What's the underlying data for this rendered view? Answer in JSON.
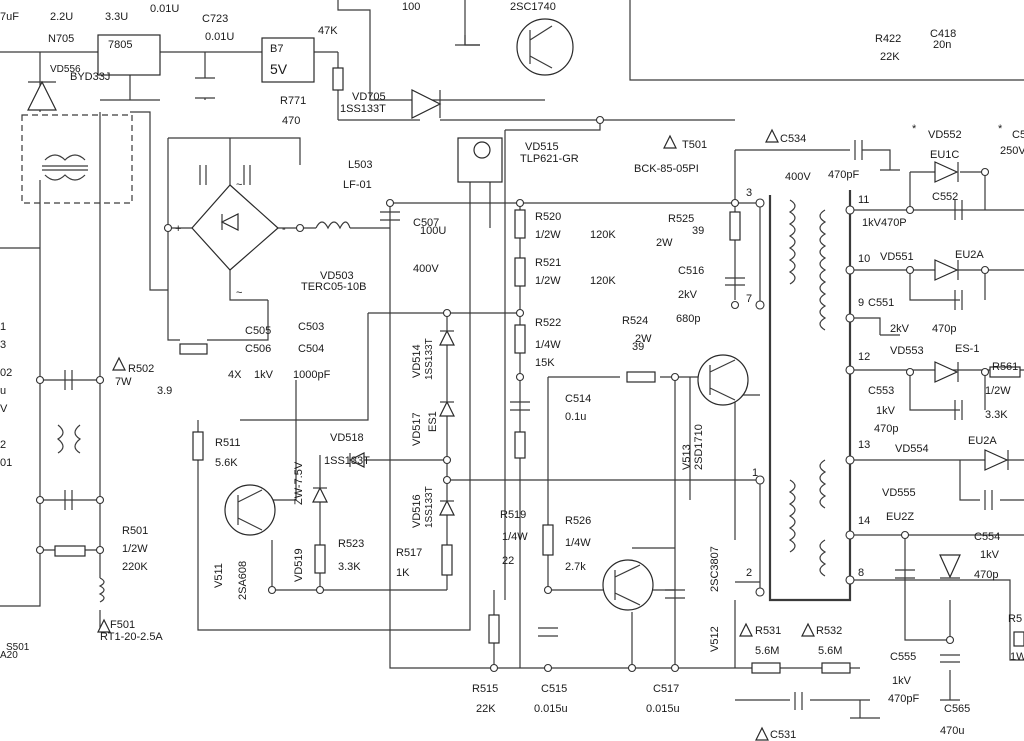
{
  "labels": [
    {
      "id": "lbl-0",
      "t": "7uF"
    },
    {
      "id": "lbl-1",
      "t": "2.2U"
    },
    {
      "id": "lbl-2",
      "t": "3.3U"
    },
    {
      "id": "lbl-3",
      "t": "0.01U"
    },
    {
      "id": "lbl-4",
      "t": "C723"
    },
    {
      "id": "lbl-5",
      "t": "0.01U"
    },
    {
      "id": "lbl-6",
      "t": "N705"
    },
    {
      "id": "lbl-7",
      "t": "7805"
    },
    {
      "id": "lbl-8",
      "t": "B7"
    },
    {
      "id": "lbl-9",
      "t": "5V"
    },
    {
      "id": "lbl-10",
      "t": "47K"
    },
    {
      "id": "lbl-11",
      "t": "100"
    },
    {
      "id": "lbl-12",
      "t": "2SC1740"
    },
    {
      "id": "lbl-13",
      "t": "VD556"
    },
    {
      "id": "lbl-14",
      "t": "BYD33J"
    },
    {
      "id": "lbl-15",
      "t": "R771"
    },
    {
      "id": "lbl-16",
      "t": "470"
    },
    {
      "id": "lbl-17",
      "t": "VD705"
    },
    {
      "id": "lbl-18",
      "t": "1SS133T"
    },
    {
      "id": "lbl-19",
      "t": "R422"
    },
    {
      "id": "lbl-20",
      "t": "22K"
    },
    {
      "id": "lbl-21",
      "t": "C418"
    },
    {
      "id": "lbl-22",
      "t": "20n"
    },
    {
      "id": "lbl-23",
      "t": "VD515"
    },
    {
      "id": "lbl-24",
      "t": "TLP621-GR"
    },
    {
      "id": "lbl-25",
      "t": "T501"
    },
    {
      "id": "lbl-26",
      "t": "BCK-85-05PI"
    },
    {
      "id": "lbl-27",
      "t": "C534"
    },
    {
      "id": "lbl-28",
      "t": "VD552"
    },
    {
      "id": "lbl-29",
      "t": "C5"
    },
    {
      "id": "lbl-30",
      "t": "250V"
    },
    {
      "id": "lbl-31",
      "t": "L503"
    },
    {
      "id": "lbl-32",
      "t": "LF-01"
    },
    {
      "id": "lbl-33",
      "t": "400V"
    },
    {
      "id": "lbl-34",
      "t": "470pF"
    },
    {
      "id": "lbl-35",
      "t": "EU1C"
    },
    {
      "id": "lbl-36",
      "t": "C552"
    },
    {
      "id": "lbl-37",
      "t": "1kV470P"
    },
    {
      "id": "lbl-38",
      "t": "C507"
    },
    {
      "id": "lbl-39",
      "t": "100U"
    },
    {
      "id": "lbl-40",
      "t": "400V"
    },
    {
      "id": "lbl-41",
      "t": "R520"
    },
    {
      "id": "lbl-42",
      "t": "1/2W"
    },
    {
      "id": "lbl-43",
      "t": "120K"
    },
    {
      "id": "lbl-44",
      "t": "R525"
    },
    {
      "id": "lbl-45",
      "t": "39"
    },
    {
      "id": "lbl-46",
      "t": "2W"
    },
    {
      "id": "lbl-47",
      "t": "R521"
    },
    {
      "id": "lbl-48",
      "t": "1/2W"
    },
    {
      "id": "lbl-49",
      "t": "120K"
    },
    {
      "id": "lbl-50",
      "t": "C516"
    },
    {
      "id": "lbl-51",
      "t": "2kV"
    },
    {
      "id": "lbl-52",
      "t": "680p"
    },
    {
      "id": "lbl-53",
      "t": "VD503"
    },
    {
      "id": "lbl-54",
      "t": "TERC05-10B"
    },
    {
      "id": "lbl-55",
      "t": "VD551"
    },
    {
      "id": "lbl-56",
      "t": "EU2A"
    },
    {
      "id": "lbl-57",
      "t": "C551"
    },
    {
      "id": "lbl-58",
      "t": "2kV"
    },
    {
      "id": "lbl-59",
      "t": "470p"
    },
    {
      "id": "lbl-60",
      "t": "VD553"
    },
    {
      "id": "lbl-61",
      "t": "ES-1"
    },
    {
      "id": "lbl-62",
      "t": "R561"
    },
    {
      "id": "lbl-63",
      "t": "1/2W"
    },
    {
      "id": "lbl-64",
      "t": "3.3K"
    },
    {
      "id": "lbl-65",
      "t": "C505"
    },
    {
      "id": "lbl-66",
      "t": "C503"
    },
    {
      "id": "lbl-67",
      "t": "C506"
    },
    {
      "id": "lbl-68",
      "t": "C504"
    },
    {
      "id": "lbl-69",
      "t": "4X"
    },
    {
      "id": "lbl-70",
      "t": "1kV"
    },
    {
      "id": "lbl-71",
      "t": "1000pF"
    },
    {
      "id": "lbl-72",
      "t": "R522"
    },
    {
      "id": "lbl-73",
      "t": "1/4W"
    },
    {
      "id": "lbl-74",
      "t": "15K"
    },
    {
      "id": "lbl-75",
      "t": "R524"
    },
    {
      "id": "lbl-76",
      "t": "2W"
    },
    {
      "id": "lbl-77",
      "t": "39"
    },
    {
      "id": "lbl-78",
      "t": "C553"
    },
    {
      "id": "lbl-79",
      "t": "1kV"
    },
    {
      "id": "lbl-80",
      "t": "470p"
    },
    {
      "id": "lbl-81",
      "t": "R502"
    },
    {
      "id": "lbl-82",
      "t": "7W"
    },
    {
      "id": "lbl-83",
      "t": "3.9"
    },
    {
      "id": "lbl-84",
      "t": "C514"
    },
    {
      "id": "lbl-85",
      "t": "0.1u"
    },
    {
      "id": "lbl-86",
      "t": "R511"
    },
    {
      "id": "lbl-87",
      "t": "5.6K"
    },
    {
      "id": "lbl-88",
      "t": "VD518"
    },
    {
      "id": "lbl-89",
      "t": "1SS133T"
    },
    {
      "id": "lbl-90",
      "t": "VD554"
    },
    {
      "id": "lbl-91",
      "t": "EU2A"
    },
    {
      "id": "lbl-92",
      "t": "VD555"
    },
    {
      "id": "lbl-93",
      "t": "EU2Z"
    },
    {
      "id": "lbl-94",
      "t": "C554"
    },
    {
      "id": "lbl-95",
      "t": "1kV"
    },
    {
      "id": "lbl-96",
      "t": "470p"
    },
    {
      "id": "lbl-97",
      "t": "R501"
    },
    {
      "id": "lbl-98",
      "t": "1/2W"
    },
    {
      "id": "lbl-99",
      "t": "220K"
    },
    {
      "id": "lbl-100",
      "t": "R519"
    },
    {
      "id": "lbl-101",
      "t": "1/4W"
    },
    {
      "id": "lbl-102",
      "t": "22"
    },
    {
      "id": "lbl-103",
      "t": "R526"
    },
    {
      "id": "lbl-104",
      "t": "1/4W"
    },
    {
      "id": "lbl-105",
      "t": "2.7k"
    },
    {
      "id": "lbl-106",
      "t": "R523"
    },
    {
      "id": "lbl-107",
      "t": "3.3K"
    },
    {
      "id": "lbl-108",
      "t": "R517"
    },
    {
      "id": "lbl-109",
      "t": "1K"
    },
    {
      "id": "lbl-110",
      "t": "F501"
    },
    {
      "id": "lbl-111",
      "t": "RT1-20-2.5A"
    },
    {
      "id": "lbl-112",
      "t": "R531"
    },
    {
      "id": "lbl-113",
      "t": "R532"
    },
    {
      "id": "lbl-114",
      "t": "5.6M"
    },
    {
      "id": "lbl-115",
      "t": "5.6M"
    },
    {
      "id": "lbl-116",
      "t": "C555"
    },
    {
      "id": "lbl-117",
      "t": "1kV"
    },
    {
      "id": "lbl-118",
      "t": "470pF"
    },
    {
      "id": "lbl-119",
      "t": "C565"
    },
    {
      "id": "lbl-120",
      "t": "470u"
    },
    {
      "id": "lbl-121",
      "t": "R515"
    },
    {
      "id": "lbl-122",
      "t": "22K"
    },
    {
      "id": "lbl-123",
      "t": "C515"
    },
    {
      "id": "lbl-124",
      "t": "0.015u"
    },
    {
      "id": "lbl-125",
      "t": "C517"
    },
    {
      "id": "lbl-126",
      "t": "0.015u"
    },
    {
      "id": "lbl-127",
      "t": "C531"
    },
    {
      "id": "lbl-128",
      "t": "S501"
    },
    {
      "id": "lbl-129",
      "t": "A20"
    },
    {
      "id": "lbl-130",
      "t": "R5"
    },
    {
      "id": "lbl-131",
      "t": "1W"
    },
    {
      "id": "lbl-132",
      "t": "3"
    },
    {
      "id": "lbl-133",
      "t": "7"
    },
    {
      "id": "lbl-134",
      "t": "11"
    },
    {
      "id": "lbl-135",
      "t": "10"
    },
    {
      "id": "lbl-136",
      "t": "9"
    },
    {
      "id": "lbl-137",
      "t": "12"
    },
    {
      "id": "lbl-138",
      "t": "13"
    },
    {
      "id": "lbl-139",
      "t": "14"
    },
    {
      "id": "lbl-140",
      "t": "8"
    },
    {
      "id": "lbl-141",
      "t": "1"
    },
    {
      "id": "lbl-142",
      "t": "2"
    },
    {
      "id": "lbl-143",
      "t": "+"
    },
    {
      "id": "lbl-144",
      "t": "-"
    },
    {
      "id": "lbl-145",
      "t": "~"
    },
    {
      "id": "lbl-146",
      "t": "~"
    },
    {
      "id": "lbl-147",
      "t": "*"
    },
    {
      "id": "lbl-148",
      "t": "*"
    },
    {
      "id": "lbl-149",
      "t": "1"
    },
    {
      "id": "lbl-150",
      "t": "3"
    },
    {
      "id": "lbl-151",
      "t": "u"
    },
    {
      "id": "lbl-152",
      "t": "V"
    },
    {
      "id": "lbl-153",
      "t": "01"
    },
    {
      "id": "lbl-154",
      "t": "02"
    },
    {
      "id": "lbl-155",
      "t": "2"
    }
  ],
  "rotated_labels": [
    {
      "id": "rl-0",
      "t": "VD514"
    },
    {
      "id": "rl-1",
      "t": "1SS133T"
    },
    {
      "id": "rl-2",
      "t": "VD517"
    },
    {
      "id": "rl-3",
      "t": "ES1"
    },
    {
      "id": "rl-4",
      "t": "VD516"
    },
    {
      "id": "rl-5",
      "t": "1SS133T"
    },
    {
      "id": "rl-6",
      "t": "ZW-7.5V"
    },
    {
      "id": "rl-7",
      "t": "VD519"
    },
    {
      "id": "rl-8",
      "t": "V511"
    },
    {
      "id": "rl-9",
      "t": "2SA608"
    },
    {
      "id": "rl-10",
      "t": "V513"
    },
    {
      "id": "rl-11",
      "t": "2SD1710"
    },
    {
      "id": "rl-12",
      "t": "2SC3807"
    },
    {
      "id": "rl-13",
      "t": "V512"
    }
  ]
}
